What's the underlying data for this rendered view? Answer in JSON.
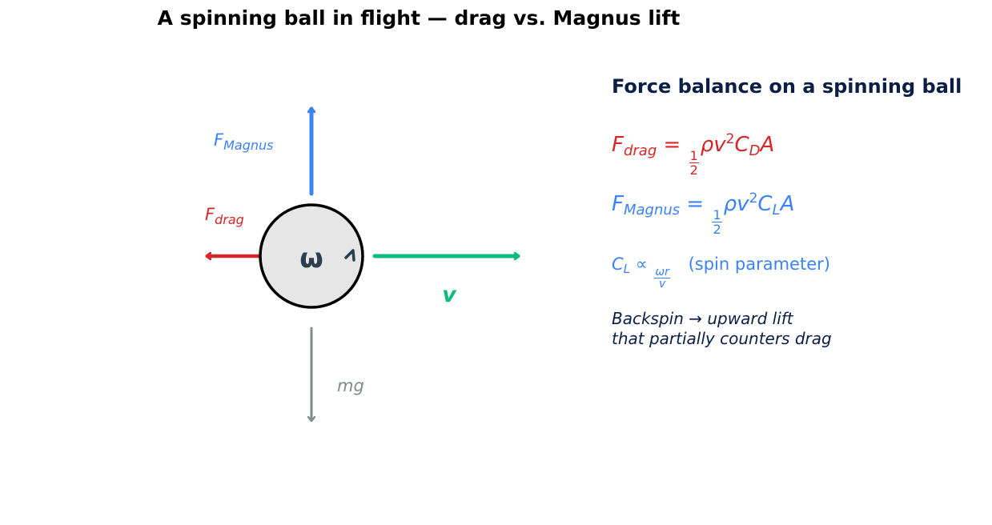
{
  "title": "A spinning ball in flight — drag vs. Magnus lift",
  "colors": {
    "magnus": "#3b82f6",
    "drag": "#d62728",
    "velocity": "#10b981",
    "gravity": "#7f8c8d",
    "ball_fill": "#e6e6e6",
    "spin_glyph": "#2c3e50",
    "panel_text": "#0b1f45"
  },
  "diagram": {
    "spin_symbol": "ω",
    "magnus_label": {
      "main": "F",
      "sub": "Magnus"
    },
    "drag_label": {
      "main": "F",
      "sub": "drag"
    },
    "velocity_label": "v",
    "gravity_label": "mg"
  },
  "panel": {
    "heading": "Force balance on a spinning ball",
    "drag_eq": {
      "lhs": "F",
      "lhs_sub": "drag",
      "num": "1",
      "den": "2",
      "rho_v": "ρv",
      "exp": "2",
      "coef": "C",
      "coef_sub": "D",
      "area": "A"
    },
    "magnus_eq": {
      "lhs": "F",
      "lhs_sub": "Magnus",
      "num": "1",
      "den": "2",
      "rho_v": "ρv",
      "exp": "2",
      "coef": "C",
      "coef_sub": "L",
      "area": "A"
    },
    "cl_eq": {
      "lhs": "C",
      "lhs_sub": "L",
      "prop": "∝",
      "num": "ωr",
      "den": "v",
      "note": "(spin parameter)"
    },
    "remark_line1": "Backspin → upward lift",
    "remark_line2": "that partially counters drag"
  }
}
